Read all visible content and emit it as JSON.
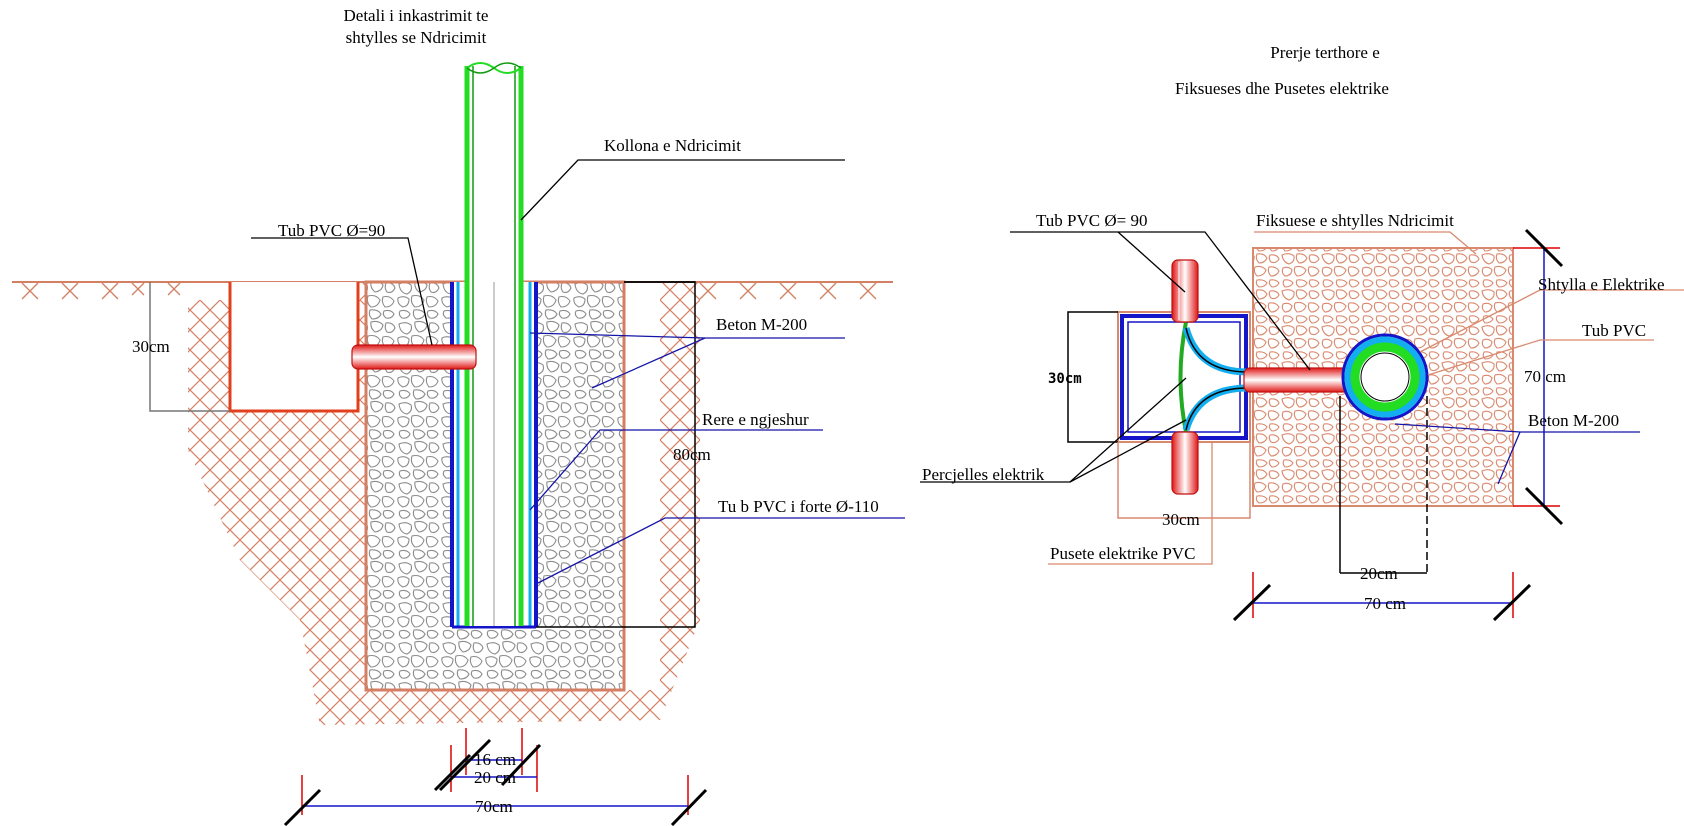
{
  "left_detail": {
    "title_line1": "Detali i inkastrimit te",
    "title_line2": "shtylles se Ndricimit",
    "label_column": "Kollona e Ndricimit",
    "label_pipe": "Tub PVC  Ø=90",
    "label_concrete": "Beton M-200",
    "label_sand": "Rere e ngjeshur",
    "label_sleeve": "Tu b PVC i forte Ø-110",
    "dim_depth_30": "30cm",
    "dim_depth_80": "80cm",
    "dim_16": "16 cm",
    "dim_20": "20 cm",
    "dim_70": "70cm"
  },
  "right_detail": {
    "title_line1": "Prerje terthore e",
    "title_line2": "Fiksueses dhe Pusetes  elektrike",
    "label_pipe": "Tub PVC Ø= 90",
    "label_fixing": "Fiksuese e shtylles Ndricimit",
    "label_pole": "Shtylla e  Elektrike",
    "label_pvc": "Tub PVC",
    "label_concrete": "Beton M-200",
    "label_conductor": "Percjelles elektrik",
    "label_manhole": "Pusete elektrike PVC",
    "dim_30_vertical": "30cm",
    "dim_30_horizontal": "30cm",
    "dim_70_vertical": "70 cm",
    "dim_20": "20cm",
    "dim_70_horizontal": "70 cm"
  },
  "colors": {
    "earth": "#d47f63",
    "concrete_stones": "#8c8c8c",
    "pole_green": "#22dd22",
    "pvc_blue": "#1414c8",
    "sleeve_cyan": "#12aef0",
    "pipe_red": "#e01818",
    "leader_blue": "#1414a8"
  }
}
